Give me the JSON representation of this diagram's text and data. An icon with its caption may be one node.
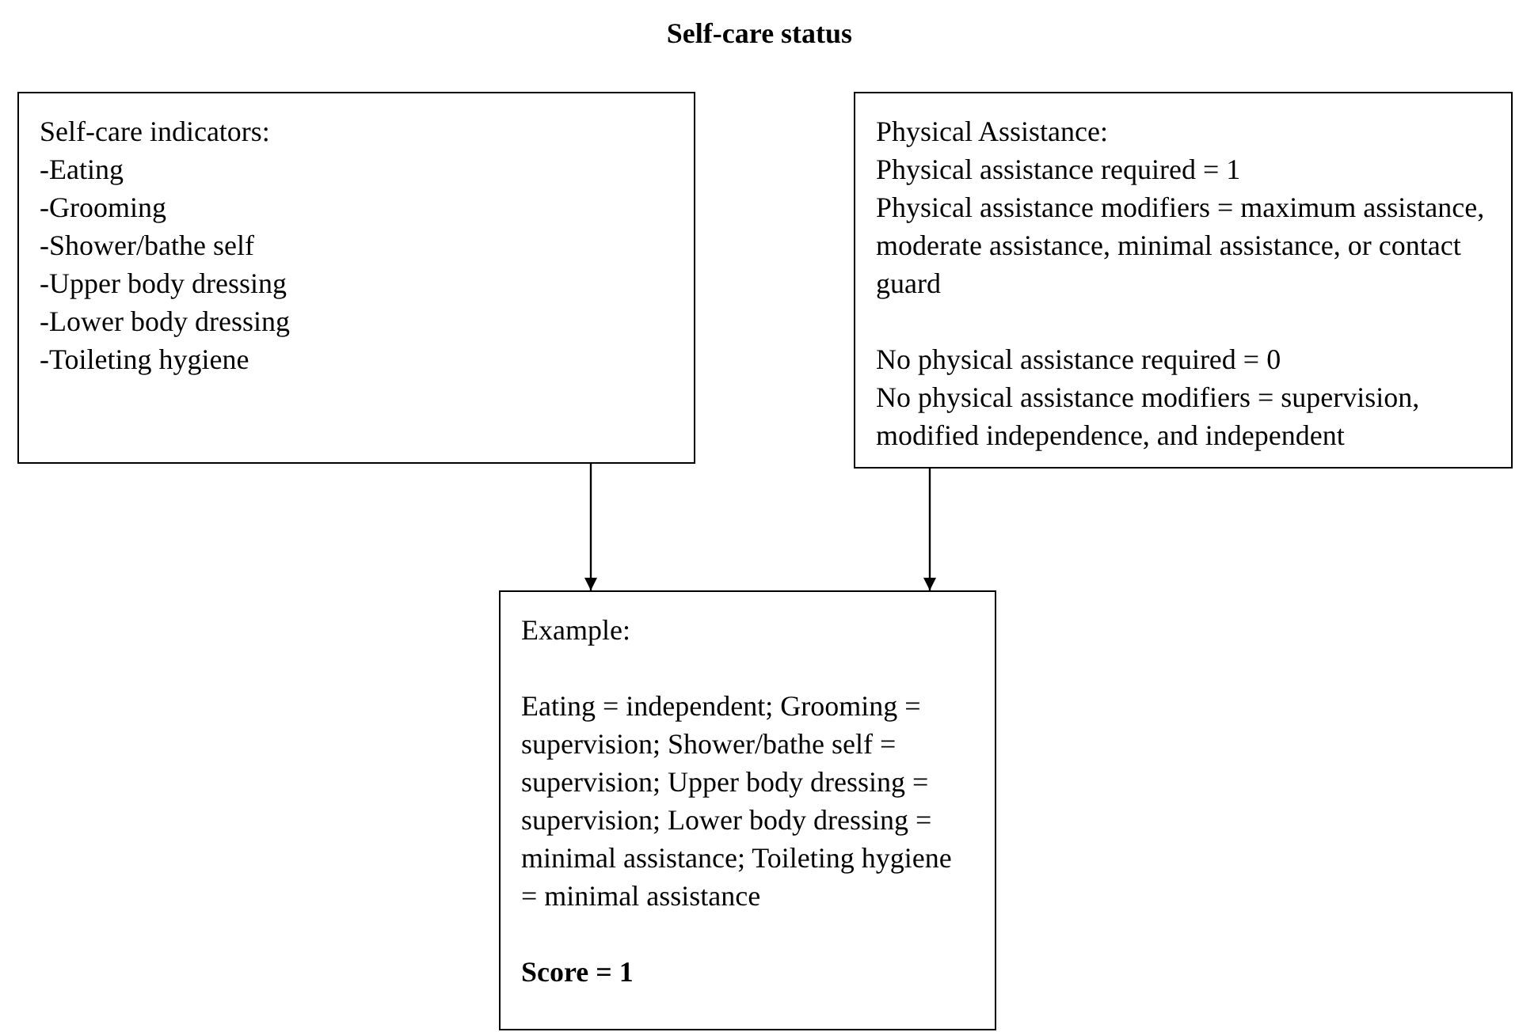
{
  "diagram": {
    "title": "Self-care status",
    "nodes": [
      {
        "text": [
          "Self-care indicators:",
          "-Eating",
          "-Grooming",
          "-Shower/bathe self",
          "-Upper body dressing",
          "-Lower body dressing",
          "-Toileting hygiene"
        ]
      },
      {
        "text": [
          "Physical Assistance:",
          "Physical assistance required = 1",
          "Physical assistance modifiers = maximum assistance, moderate assistance, minimal assistance, or contact guard",
          "No physical assistance required = 0",
          "No physical assistance modifiers = supervision, modified independence, and independent"
        ]
      },
      {
        "text": [
          "Example:",
          "Eating = independent; Grooming = supervision; Shower/bathe self = supervision; Upper body dressing = supervision; Lower body dressing = minimal assistance; Toileting hygiene = minimal assistance",
          "Score = 1"
        ]
      }
    ],
    "edges": [
      {
        "from": 0,
        "to": 2,
        "arrow": "to"
      },
      {
        "from": 1,
        "to": 2,
        "arrow": "to"
      }
    ]
  }
}
